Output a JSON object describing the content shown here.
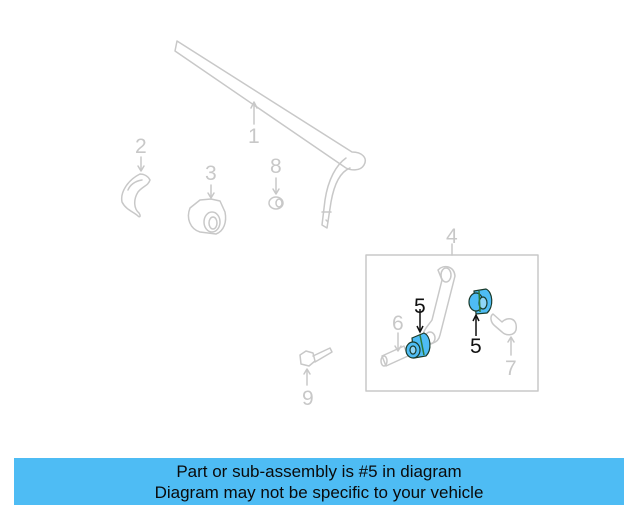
{
  "diagram": {
    "highlight_color": "#4ebcf4",
    "line_color": "#c8c8c8",
    "callouts": [
      {
        "id": "1",
        "label": "1",
        "part": "stabilizer-bar",
        "highlighted": false
      },
      {
        "id": "2",
        "label": "2",
        "part": "bracket",
        "highlighted": false
      },
      {
        "id": "3",
        "label": "3",
        "part": "bushing",
        "highlighted": false
      },
      {
        "id": "8",
        "label": "8",
        "part": "nut",
        "highlighted": false
      },
      {
        "id": "4",
        "label": "4",
        "part": "stabilizer-link-assembly",
        "highlighted": false
      },
      {
        "id": "5a",
        "label": "5",
        "part": "link-bushing",
        "highlighted": true
      },
      {
        "id": "5b",
        "label": "5",
        "part": "link-bushing",
        "highlighted": true
      },
      {
        "id": "6",
        "label": "6",
        "part": "sleeve",
        "highlighted": false
      },
      {
        "id": "7",
        "label": "7",
        "part": "ball-stud",
        "highlighted": false
      },
      {
        "id": "9",
        "label": "9",
        "part": "bolt",
        "highlighted": false
      }
    ]
  },
  "banner": {
    "line1": "Part or sub-assembly is #5 in diagram",
    "line2": "Diagram may not be specific to your vehicle",
    "background": "#4ebcf4"
  }
}
